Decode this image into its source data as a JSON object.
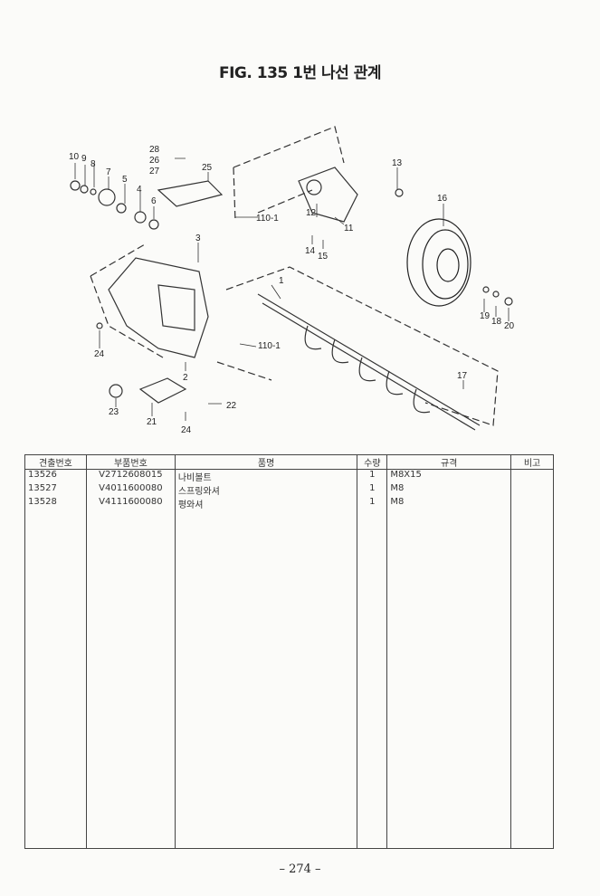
{
  "title": "FIG. 135 1번 나선 관계",
  "diagram_labels": [
    "10",
    "9",
    "8",
    "7",
    "5",
    "4",
    "6",
    "28",
    "26",
    "27",
    "25",
    "3",
    "13",
    "12",
    "11",
    "110-1",
    "14",
    "15",
    "16",
    "1",
    "19",
    "18",
    "20",
    "24",
    "110-1",
    "2",
    "23",
    "21",
    "22",
    "24",
    "17"
  ],
  "table": {
    "headers": [
      "견출번호",
      "부품번호",
      "품명",
      "수량",
      "규격",
      "비고"
    ],
    "rows": [
      {
        "no": "13526",
        "part": "V2712608015",
        "name": "나비볼트",
        "qty": "1",
        "spec": "M8X15",
        "note": ""
      },
      {
        "no": "13527",
        "part": "V4011600080",
        "name": "스프링와셔",
        "qty": "1",
        "spec": "M8",
        "note": ""
      },
      {
        "no": "13528",
        "part": "V4111600080",
        "name": "평와셔",
        "qty": "1",
        "spec": "M8",
        "note": ""
      }
    ]
  },
  "footer": "– 274 –"
}
